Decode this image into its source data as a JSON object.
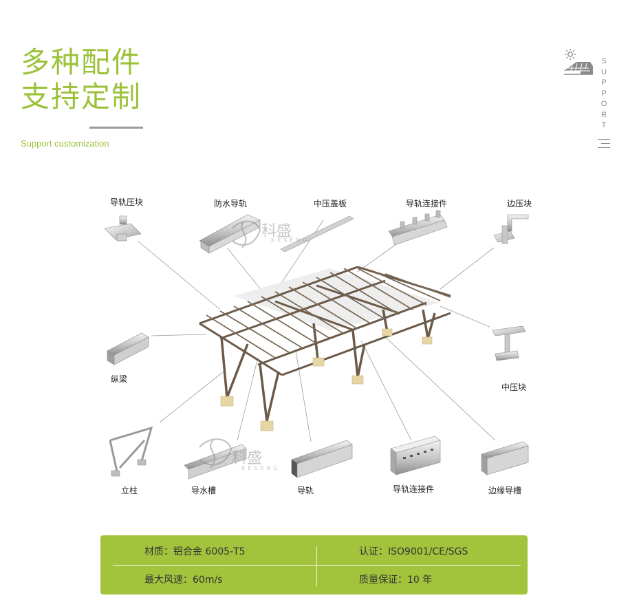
{
  "header": {
    "title_line1": "多种配件",
    "title_line2": "支持定制",
    "subtitle": "Support customization"
  },
  "side": {
    "letters": [
      "S",
      "U",
      "P",
      "P",
      "O",
      "R",
      "T"
    ]
  },
  "watermark": {
    "brand": "科盛",
    "latin": "KESENG"
  },
  "parts": {
    "rail_clamp": "导轨压块",
    "waterproof_rail": "防水导轨",
    "mid_cover": "中压盖板",
    "rail_connector_top": "导轨连接件",
    "end_clamp": "边压块",
    "longitudinal_beam": "纵梁",
    "mid_clamp": "中压块",
    "column": "立柱",
    "gutter": "导水槽",
    "rail": "导轨",
    "rail_connector_bottom": "导轨连接件",
    "edge_gutter": "边缘导槽"
  },
  "specs": {
    "material": "材质：铝合金 6005-T5",
    "certification": "认证：ISO9001/CE/SGS",
    "wind_speed": "最大风速：60m/s",
    "warranty": "质量保证：10 年"
  },
  "colors": {
    "accent": "#9cc23a",
    "panel": "#a3c33c",
    "frame": "#6b5a48"
  }
}
